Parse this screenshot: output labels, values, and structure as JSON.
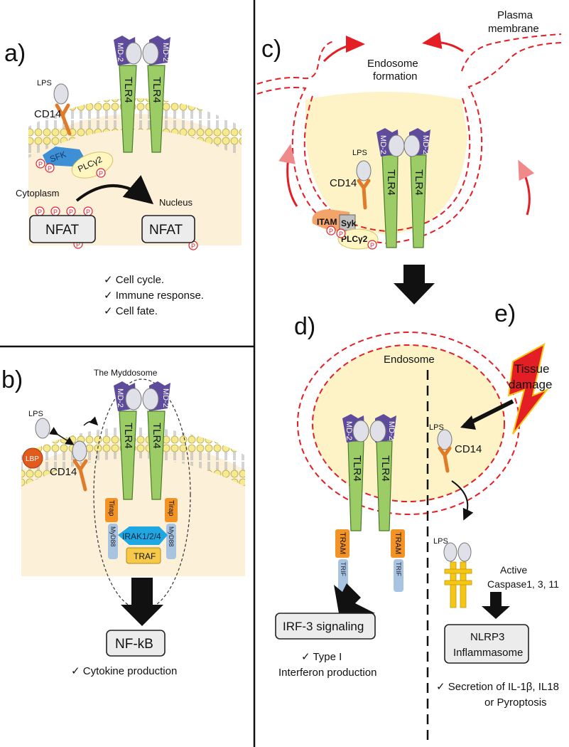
{
  "panels": {
    "a": {
      "letter": "a)",
      "lps": "LPS",
      "cd14": "CD14",
      "md2": "MD-2",
      "tlr4": "TLR4",
      "sfk": "SFK",
      "plc": "PLCγ2",
      "p": "P",
      "cytoplasm": "Cytoplasm",
      "nucleus": "Nucleus",
      "nfat": "NFAT",
      "outcomes": [
        "✓ Cell cycle.",
        "✓ Immune response.",
        "✓ Cell fate."
      ]
    },
    "b": {
      "letter": "b)",
      "title": "The Myddosome",
      "lps": "LPS",
      "lbp": "LBP",
      "cd14": "CD14",
      "md2": "MD-2",
      "tlr4": "TLR4",
      "tirap": "Tirap",
      "myd88": "MyD88",
      "irak": "IRAK1/2/4",
      "traf": "TRAF",
      "nfkb": "NF-kB",
      "outcome": "✓ Cytokine production"
    },
    "c": {
      "letter": "c)",
      "plasma_membrane": "Plasma membrane",
      "endosome_formation": "Endosome formation",
      "lps": "LPS",
      "cd14": "CD14",
      "md2": "MD-2",
      "tlr4": "TLR4",
      "itam": "ITAM",
      "syk": "Syk",
      "plc": "PLCγ2",
      "p": "P"
    },
    "d": {
      "letter": "d)",
      "endosome": "Endosome",
      "md2": "MD-2",
      "tlr4": "TLR4",
      "tram": "TRAM",
      "trif": "TRIF",
      "irf3": "IRF-3 signaling",
      "outcome": "✓ Type I Interferon production"
    },
    "e": {
      "letter": "e)",
      "tissue_damage": "Tissue damage",
      "lps": "LPS",
      "cd14": "CD14",
      "caspase": "Active Caspase1, 3, 11",
      "nlrp3": "NLRP3 Inflammasome",
      "outcome": "✓ Secretion of IL-1β, IL18 or Pyroptosis"
    }
  },
  "colors": {
    "tlr4": "#9ccc65",
    "md2": "#5e4b9b",
    "lps": "#e0e0e8",
    "cd14": "#e07b2a",
    "membrane_head": "#f7e98d",
    "cytoplasm": "#fdf0d8",
    "endosome_fill": "#fdf3c6",
    "dash_red": "#e31e24",
    "sfk": "#3d8fd6",
    "irak": "#1ea7e1",
    "traf": "#f7c948",
    "tirap": "#f39325",
    "myd88": "#a8c4e0",
    "caspase": "#f5c518",
    "lbp": "#e25b1c"
  }
}
